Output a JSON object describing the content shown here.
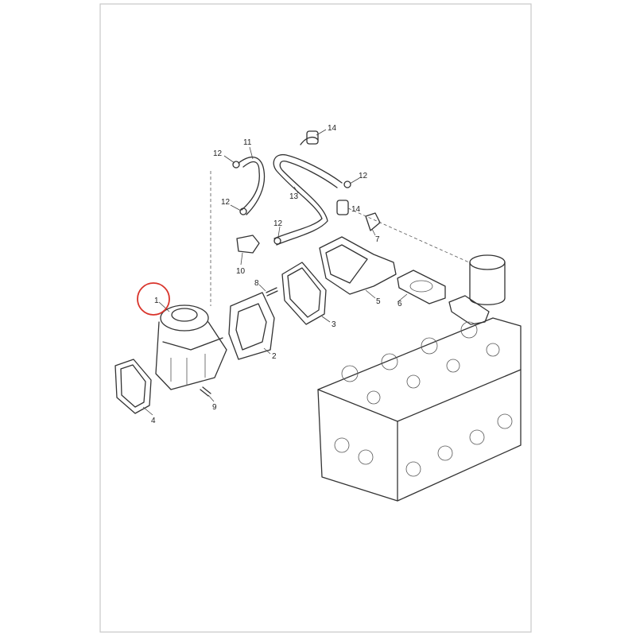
{
  "diagram": {
    "title": "Exploded parts diagram - water pump / thermostat housing and cylinder head",
    "highlight_color": "#d9342b",
    "highlighted_part": "1",
    "callouts": [
      "1",
      "2",
      "3",
      "4",
      "5",
      "6",
      "7",
      "8",
      "9",
      "10",
      "11",
      "12",
      "12",
      "12",
      "12",
      "13",
      "14",
      "14"
    ]
  }
}
